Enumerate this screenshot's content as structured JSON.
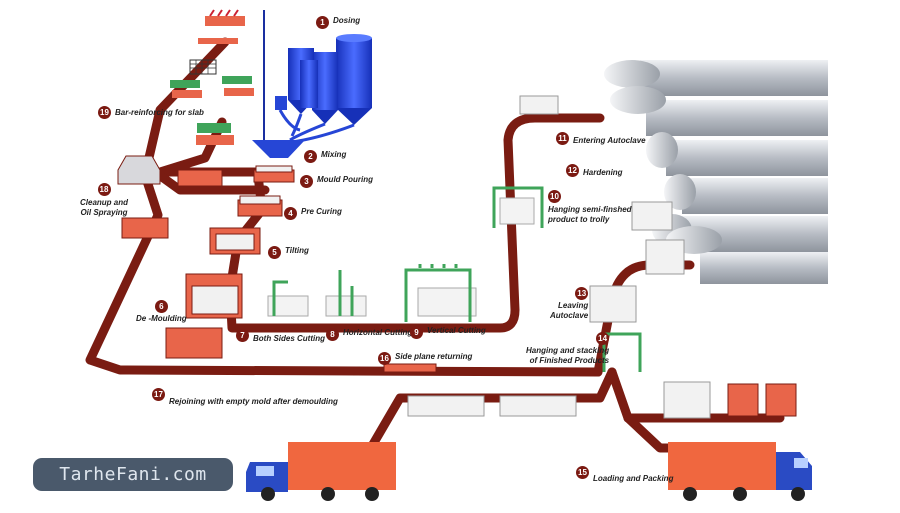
{
  "steps": [
    {
      "num": "1",
      "label": "Dosing"
    },
    {
      "num": "2",
      "label": "Mixing"
    },
    {
      "num": "3",
      "label": "Mould Pouring"
    },
    {
      "num": "4",
      "label": "Pre Curing"
    },
    {
      "num": "5",
      "label": "Tilting"
    },
    {
      "num": "6",
      "label": "De -Moulding"
    },
    {
      "num": "7",
      "label": "Both Sides Cutting"
    },
    {
      "num": "8",
      "label": "Horizontal Cutting"
    },
    {
      "num": "9",
      "label": "Vertical Cutting"
    },
    {
      "num": "10",
      "label": "Hanging semi-finshed\nproduct to trolly"
    },
    {
      "num": "11",
      "label": "Entering Autoclave"
    },
    {
      "num": "12",
      "label": "Hardening"
    },
    {
      "num": "13",
      "label": "Leaving\nAutoclave"
    },
    {
      "num": "14",
      "label": "Hanging and stacking\nof Finished Products"
    },
    {
      "num": "15",
      "label": "Loading and Packing"
    },
    {
      "num": "16",
      "label": "Side plane returning"
    },
    {
      "num": "17",
      "label": "Rejoining with empty mold after demoulding"
    },
    {
      "num": "18",
      "label": "Cleanup and\nOil Spraying"
    },
    {
      "num": "19",
      "label": "Bar-reinforcing for slab"
    }
  ],
  "watermark": "TarheFani.com",
  "colors": {
    "track": "#7a1c12",
    "mold": "#e8654a",
    "silo": "#2646d6",
    "autoclave": "#c9ccd2",
    "crane": "#3fa45a",
    "truck_cab": "#2a4bc4",
    "truck_box": "#f0673f"
  }
}
